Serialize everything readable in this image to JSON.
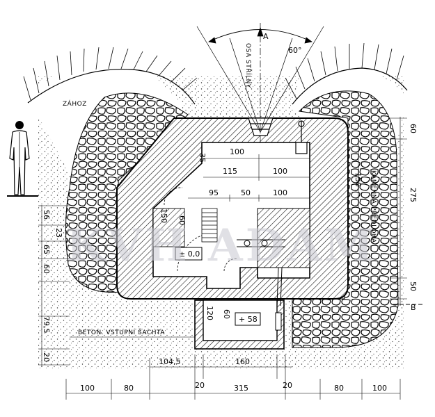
{
  "labels": {
    "zahoz": "ZÁHOZ",
    "osa": "OSA STŘÍLNY",
    "kamenna": "KAMENNÁ PŘEDLOHA",
    "sachta": "BETON. VSTUPNÍ ŠACHTA",
    "section_a": "A",
    "section_b": "B",
    "angle": "60°",
    "level_1": "± 0,0",
    "level_2": "+ 58",
    "watermark": "KVH ADAM"
  },
  "dims": {
    "top_35": "35",
    "top_100a": "100",
    "top_115": "115",
    "top_100b": "100",
    "top_150": "150",
    "mid_95": "95",
    "mid_50": "50",
    "mid_100": "100",
    "v_60": "60",
    "v_150": "150",
    "sh_60": "60",
    "sh_120": "120",
    "left_56": "56",
    "left_23": "23",
    "left_65": "65",
    "left_60": "60",
    "left_795": "79,5",
    "left_20": "20",
    "right_60": "60",
    "right_275": "275",
    "right_50": "50",
    "bot_1045": "104,5",
    "bot_160": "160",
    "bot_20a": "20",
    "bot_315": "315",
    "bot_20b": "20",
    "bot_100": "100",
    "bot_80a": "80",
    "bot_80b": "80",
    "bot_100b": "100"
  }
}
